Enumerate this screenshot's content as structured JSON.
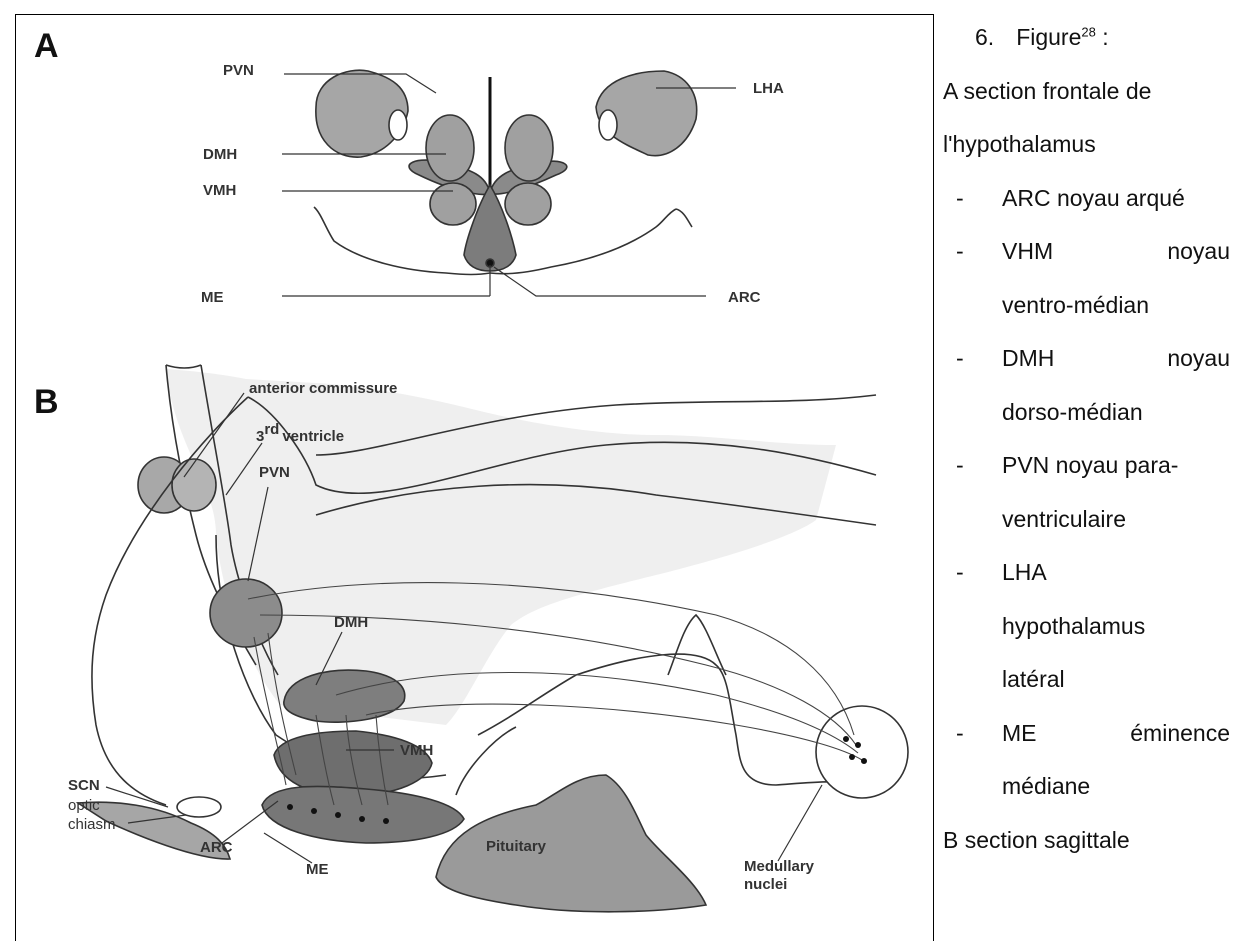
{
  "figure": {
    "panel_a": {
      "letter": "A",
      "labels": {
        "pvn": "PVN",
        "dmh": "DMH",
        "vmh": "VMH",
        "me": "ME",
        "lha": "LHA",
        "arc": "ARC"
      }
    },
    "panel_b": {
      "letter": "B",
      "labels": {
        "anterior_commissure": "anterior commissure",
        "third_ventricle_num": "3",
        "third_ventricle_sup": "rd",
        "third_ventricle_word": "ventricle",
        "pvn": "PVN",
        "dmh": "DMH",
        "vmh": "VMH",
        "scn": "SCN",
        "optic": "optic",
        "chiasm": "chiasm",
        "arc": "ARC",
        "me": "ME",
        "pituitary": "Pituitary",
        "medullary": "Medullary",
        "nuclei": "nuclei"
      }
    }
  },
  "caption": {
    "number": "6.",
    "title": "Figure",
    "ref": "28",
    "colon": " :",
    "intro_line1": "A section frontale de",
    "intro_line2": "l'hypothalamus",
    "dash": "-",
    "arc": "ARC noyau arqué",
    "vhm_a": "VHM",
    "vhm_b": "noyau",
    "vhm_c": "ventro-médian",
    "dmh_a": "DMH",
    "dmh_b": "noyau",
    "dmh_c": "dorso-médian",
    "pvn_a": "PVN noyau para-",
    "pvn_b": "ventriculaire",
    "lha_a": "LHA",
    "lha_b": "hypothalamus",
    "lha_c": "latéral",
    "me_a": "ME",
    "me_b": "éminence",
    "me_c": "médiane",
    "b_line": "B section sagittale"
  }
}
